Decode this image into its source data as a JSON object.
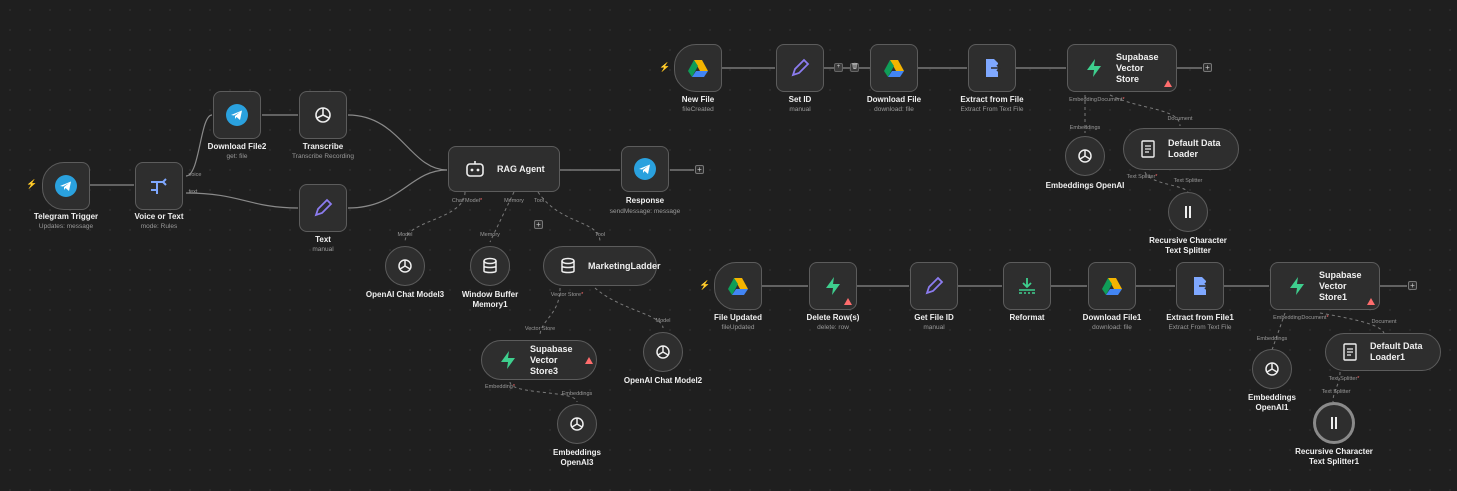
{
  "colors": {
    "canvas": "#1f1f1f",
    "node": "#2e2e2e",
    "border": "#5c5c5c",
    "edge": "#8a8a8a",
    "warning": "#ff6d6d",
    "telegram": "#2aa1de",
    "supabase": "#3ecf8e",
    "gdrive_blue": "#4285f4",
    "gdrive_green": "#0f9d58",
    "gdrive_yellow": "#f4b400",
    "pencil": "#8c7cf0"
  },
  "nodes": {
    "telegram_trigger": {
      "title": "Telegram Trigger",
      "sub": "Updates: message",
      "icon": "telegram-icon"
    },
    "voice_or_text": {
      "title": "Voice or Text",
      "sub": "mode: Rules",
      "icon": "switch-icon",
      "out1": "voice",
      "out2": "text"
    },
    "download_file2": {
      "title": "Download File2",
      "sub": "get: file",
      "icon": "telegram-icon"
    },
    "transcribe": {
      "title": "Transcribe",
      "sub": "Transcribe Recording",
      "icon": "openai-icon"
    },
    "text": {
      "title": "Text",
      "sub": "manual",
      "icon": "pencil-icon"
    },
    "rag_agent": {
      "title": "RAG Agent",
      "icon": "robot-icon",
      "port_chat": "Chat Model",
      "port_memory": "Memory",
      "port_tool": "Tool"
    },
    "response": {
      "title": "Response",
      "sub": "sendMessage: message",
      "icon": "telegram-icon"
    },
    "openai_chat3": {
      "title": "OpenAI Chat Model3",
      "port": "Model",
      "icon": "openai-icon"
    },
    "window_buffer": {
      "title": "Window Buffer",
      "title2": "Memory1",
      "port": "Memory",
      "icon": "database-icon"
    },
    "marketing_ladder": {
      "title": "MarketingLadder",
      "port": "Tool",
      "port_out": "Vector Store",
      "port_model": "Model",
      "icon": "database-icon"
    },
    "supabase_store3": {
      "title": "Supabase Vector",
      "title2": "Store3",
      "port": "Vector Store",
      "port_emb": "Embedding",
      "icon": "supabase-icon"
    },
    "openai_chat2": {
      "title": "OpenAI Chat Model2",
      "icon": "openai-icon"
    },
    "embeddings3": {
      "title": "Embeddings",
      "title2": "OpenAI3",
      "port": "Embeddings",
      "icon": "openai-icon"
    },
    "new_file": {
      "title": "New File",
      "sub": "fileCreated",
      "icon": "gdrive-icon"
    },
    "set_id": {
      "title": "Set ID",
      "sub": "manual",
      "icon": "pencil-icon"
    },
    "download_file": {
      "title": "Download File",
      "sub": "download: file",
      "icon": "gdrive-icon"
    },
    "extract_file": {
      "title": "Extract from File",
      "sub": "Extract From Text File",
      "icon": "extract-icon"
    },
    "supabase_store": {
      "title": "Supabase Vector",
      "title2": "Store",
      "port_emb": "Embedding",
      "port_doc": "Document",
      "icon": "supabase-icon"
    },
    "embeddings_openai": {
      "title": "Embeddings OpenAI",
      "port": "Embeddings",
      "icon": "openai-icon"
    },
    "default_loader": {
      "title": "Default Data Loader",
      "port": "Document",
      "port_ts": "Text Splitter",
      "icon": "loader-icon"
    },
    "recursive_splitter": {
      "title": "Recursive Character",
      "title2": "Text Splitter",
      "port": "Text Splitter",
      "icon": "splitter-icon"
    },
    "file_updated": {
      "title": "File Updated",
      "sub": "fileUpdated",
      "icon": "gdrive-icon"
    },
    "delete_rows": {
      "title": "Delete Row(s)",
      "sub": "delete: row",
      "icon": "supabase-icon"
    },
    "get_file_id": {
      "title": "Get File ID",
      "sub": "manual",
      "icon": "pencil-icon"
    },
    "reformat": {
      "title": "Reformat",
      "icon": "reformat-icon"
    },
    "download_file1": {
      "title": "Download File1",
      "sub": "download: file",
      "icon": "gdrive-icon"
    },
    "extract_file1": {
      "title": "Extract from File1",
      "sub": "Extract From Text File",
      "icon": "extract-icon"
    },
    "supabase_store1": {
      "title": "Supabase Vector",
      "title2": "Store1",
      "port_emb": "Embedding",
      "port_doc": "Document",
      "icon": "supabase-icon"
    },
    "embeddings1": {
      "title": "Embeddings",
      "title2": "OpenAI1",
      "port": "Embeddings",
      "icon": "openai-icon"
    },
    "default_loader1": {
      "title": "Default Data",
      "title2": "Loader1",
      "port": "Document",
      "port_ts": "Text Splitter",
      "icon": "loader-icon"
    },
    "recursive_splitter1": {
      "title": "Recursive Character",
      "title2": "Text Splitter1",
      "port": "Text Splitter",
      "icon": "splitter-icon"
    }
  },
  "required_mark": "*",
  "plus_symbol": "+",
  "trash_symbol": "🗑"
}
